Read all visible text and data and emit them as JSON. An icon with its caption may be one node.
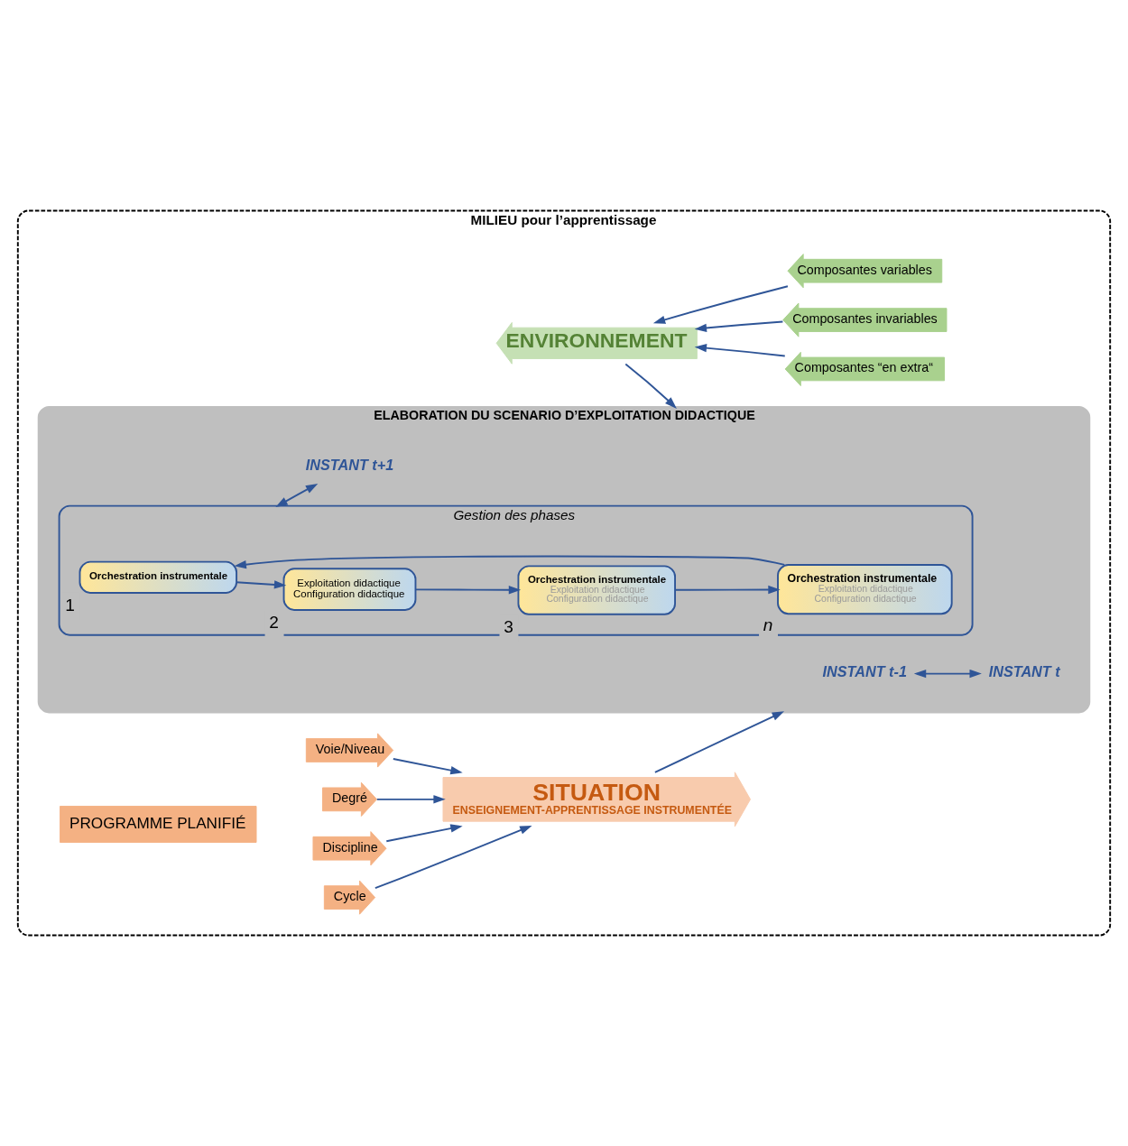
{
  "diagram": {
    "nodes": [
      {
        "text": [
          "MILIEU pour l’apprentissage"
        ]
      },
      {
        "text": [
          "PROGRAMME PLANIFIÉ"
        ],
        "in": 0
      },
      {
        "text": [
          "Cycle"
        ],
        "in": 0
      },
      {
        "text": [
          "Discipline"
        ],
        "in": 0
      },
      {
        "text": [
          "Degré"
        ],
        "in": 0
      },
      {
        "text": [
          "Voie/Niveau"
        ],
        "in": 0
      },
      {
        "text": [
          "SITUATION",
          "ENSEIGNEMENT-APPRENTISSAGE INSTRUMENTÉE"
        ],
        "in": 0
      },
      {
        "text": [
          "ELABORATION DU SCENARIO D’EXPLOITATION DIDACTIQUE"
        ],
        "in": 0
      },
      {
        "text": [
          "INSTANT t-1"
        ],
        "in": 7
      },
      {
        "text": [
          "INSTANT t"
        ],
        "in": 7
      },
      {
        "text": [
          "Gestion des phases"
        ],
        "in": 7
      },
      {
        "text": [
          "Orchestration instrumentale"
        ],
        "beside": [
          "1"
        ],
        "in": 10
      },
      {
        "text": [
          "Exploitation didactique",
          "Configuration didactique"
        ],
        "beside": [
          "2"
        ],
        "in": 10
      },
      {
        "text": [
          "Orchestration instrumentale",
          "Exploitation didactique",
          "Configuration didactique"
        ],
        "beside": [
          "3"
        ],
        "in": 10
      },
      {
        "text": [
          "Orchestration instrumentale",
          "Exploitation didactique",
          "Configuration didactique"
        ],
        "beside": [
          "n"
        ],
        "in": 10
      },
      {
        "text": [
          "INSTANT t+1"
        ],
        "in": 7
      },
      {
        "text": [
          "ENVIRONNEMENT"
        ],
        "in": 0
      },
      {
        "text": [
          "Composantes “en extra“"
        ],
        "in": 0
      },
      {
        "text": [
          "Composantes invariables"
        ],
        "in": 0
      },
      {
        "text": [
          "Composantes variables"
        ],
        "in": 0
      }
    ],
    "edges": [
      {
        "from": 2,
        "to": 6,
        "arrow": "to"
      },
      {
        "from": 3,
        "to": 6,
        "arrow": "to"
      },
      {
        "from": 4,
        "to": 6,
        "arrow": "to"
      },
      {
        "from": 5,
        "to": 6,
        "arrow": "to"
      },
      {
        "from": 6,
        "to": 7,
        "arrow": "to"
      },
      {
        "from": 8,
        "to": 9,
        "arrow": "both"
      },
      {
        "from": 11,
        "to": 12,
        "arrow": "to"
      },
      {
        "from": 12,
        "to": 13,
        "arrow": "to"
      },
      {
        "from": 13,
        "to": 14,
        "arrow": "to"
      },
      {
        "from": 14,
        "to": 11,
        "arrow": "to"
      },
      {
        "from": 10,
        "to": 15,
        "arrow": "both"
      },
      {
        "from": 16,
        "to": 7,
        "arrow": "to"
      },
      {
        "from": 17,
        "to": 16,
        "arrow": "to"
      },
      {
        "from": 18,
        "to": 16,
        "arrow": "to"
      },
      {
        "from": 19,
        "to": 16,
        "arrow": "to"
      }
    ]
  }
}
